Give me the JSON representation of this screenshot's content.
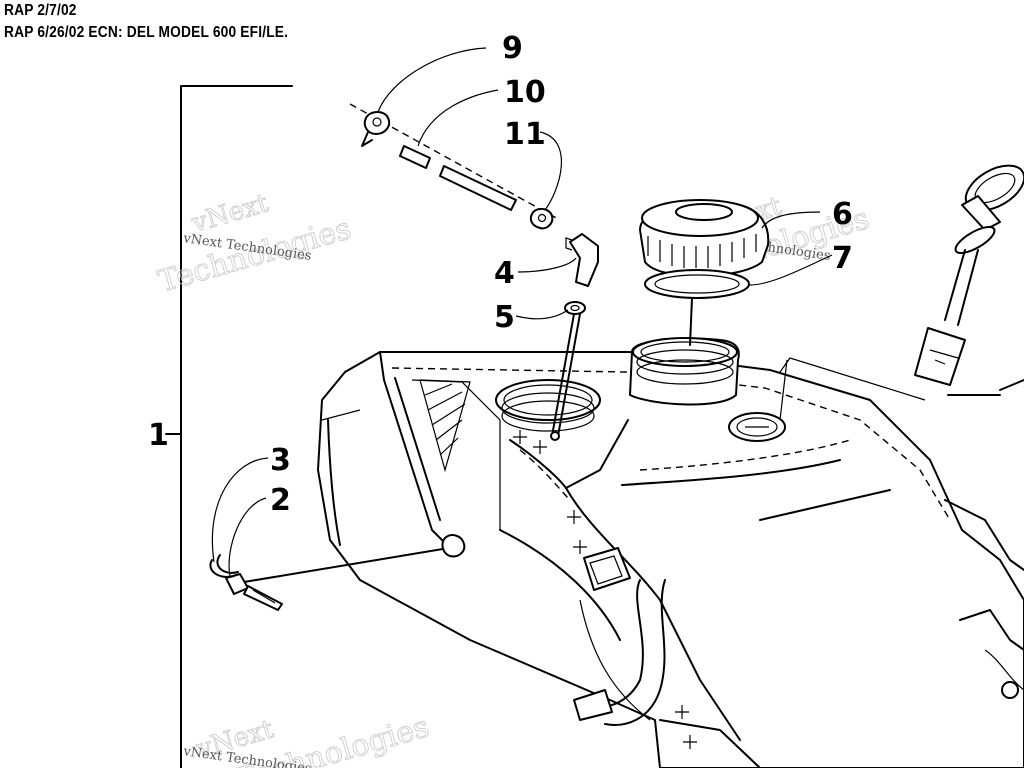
{
  "header": {
    "line1": "RAP 2/7/02",
    "line2": "RAP 6/26/02 ECN: DEL MODEL 600 EFI/LE."
  },
  "callouts": {
    "c1": "1",
    "c2": "2",
    "c3": "3",
    "c4": "4",
    "c5": "5",
    "c6": "6",
    "c7": "7",
    "c9": "9",
    "c10": "10",
    "c11": "11"
  },
  "watermark": {
    "line1": "vNext",
    "line2": "Technologies",
    "small": "vNext Technologies"
  }
}
